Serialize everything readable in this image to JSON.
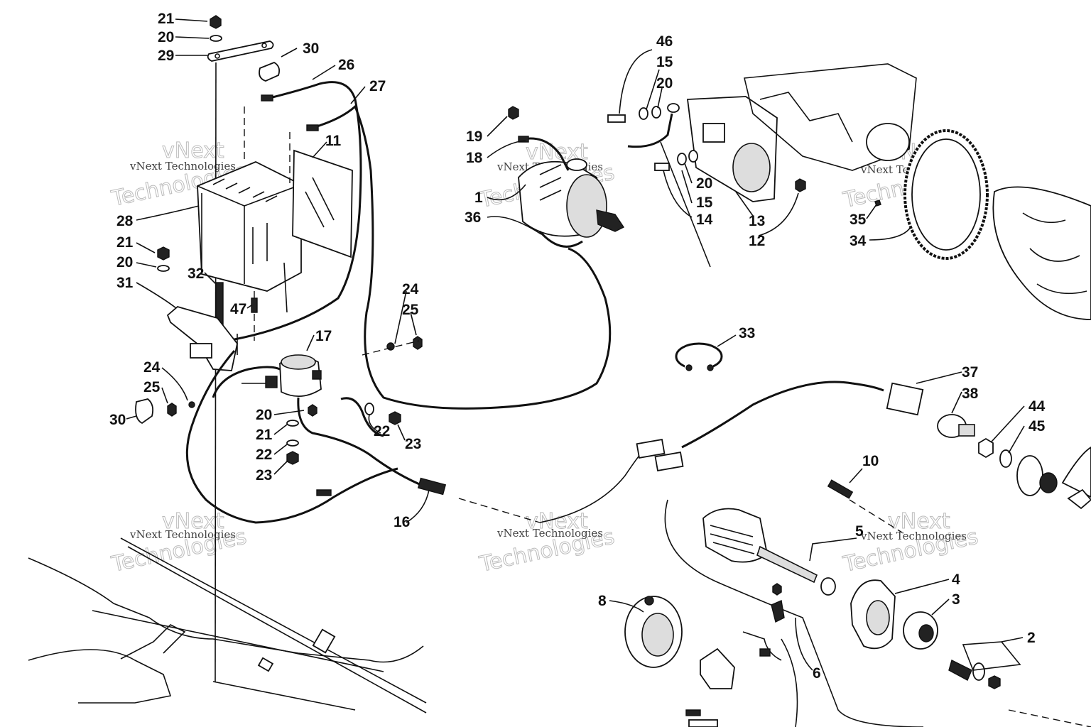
{
  "watermark": {
    "line1": "vNext Technologies",
    "line2": "vNext",
    "line3": "Technologies"
  },
  "callouts": [
    {
      "id": "c21a",
      "text": "21"
    },
    {
      "id": "c20a",
      "text": "20"
    },
    {
      "id": "c29",
      "text": "29"
    },
    {
      "id": "c30a",
      "text": "30"
    },
    {
      "id": "c26",
      "text": "26"
    },
    {
      "id": "c27",
      "text": "27"
    },
    {
      "id": "c11",
      "text": "11"
    },
    {
      "id": "c28",
      "text": "28"
    },
    {
      "id": "c21b",
      "text": "21"
    },
    {
      "id": "c20b",
      "text": "20"
    },
    {
      "id": "c31",
      "text": "31"
    },
    {
      "id": "c32",
      "text": "32"
    },
    {
      "id": "c47",
      "text": "47"
    },
    {
      "id": "c17",
      "text": "17"
    },
    {
      "id": "c24a",
      "text": "24"
    },
    {
      "id": "c25a",
      "text": "25"
    },
    {
      "id": "c24b",
      "text": "24"
    },
    {
      "id": "c25b",
      "text": "25"
    },
    {
      "id": "c30b",
      "text": "30"
    },
    {
      "id": "c20c",
      "text": "20"
    },
    {
      "id": "c21c",
      "text": "21"
    },
    {
      "id": "c22a",
      "text": "22"
    },
    {
      "id": "c23a",
      "text": "23"
    },
    {
      "id": "c22b",
      "text": "22"
    },
    {
      "id": "c23b",
      "text": "23"
    },
    {
      "id": "c16",
      "text": "16"
    },
    {
      "id": "c46",
      "text": "46"
    },
    {
      "id": "c15a",
      "text": "15"
    },
    {
      "id": "c20d",
      "text": "20"
    },
    {
      "id": "c19",
      "text": "19"
    },
    {
      "id": "c18",
      "text": "18"
    },
    {
      "id": "c1",
      "text": "1"
    },
    {
      "id": "c36",
      "text": "36"
    },
    {
      "id": "c20e",
      "text": "20"
    },
    {
      "id": "c15b",
      "text": "15"
    },
    {
      "id": "c14",
      "text": "14"
    },
    {
      "id": "c13",
      "text": "13"
    },
    {
      "id": "c12",
      "text": "12"
    },
    {
      "id": "c35",
      "text": "35"
    },
    {
      "id": "c34",
      "text": "34"
    },
    {
      "id": "c33",
      "text": "33"
    },
    {
      "id": "c37",
      "text": "37"
    },
    {
      "id": "c38",
      "text": "38"
    },
    {
      "id": "c44",
      "text": "44"
    },
    {
      "id": "c45",
      "text": "45"
    },
    {
      "id": "c10",
      "text": "10"
    },
    {
      "id": "c5",
      "text": "5"
    },
    {
      "id": "c4",
      "text": "4"
    },
    {
      "id": "c3",
      "text": "3"
    },
    {
      "id": "c8",
      "text": "8"
    },
    {
      "id": "c2",
      "text": "2"
    },
    {
      "id": "c6",
      "text": "6"
    }
  ]
}
